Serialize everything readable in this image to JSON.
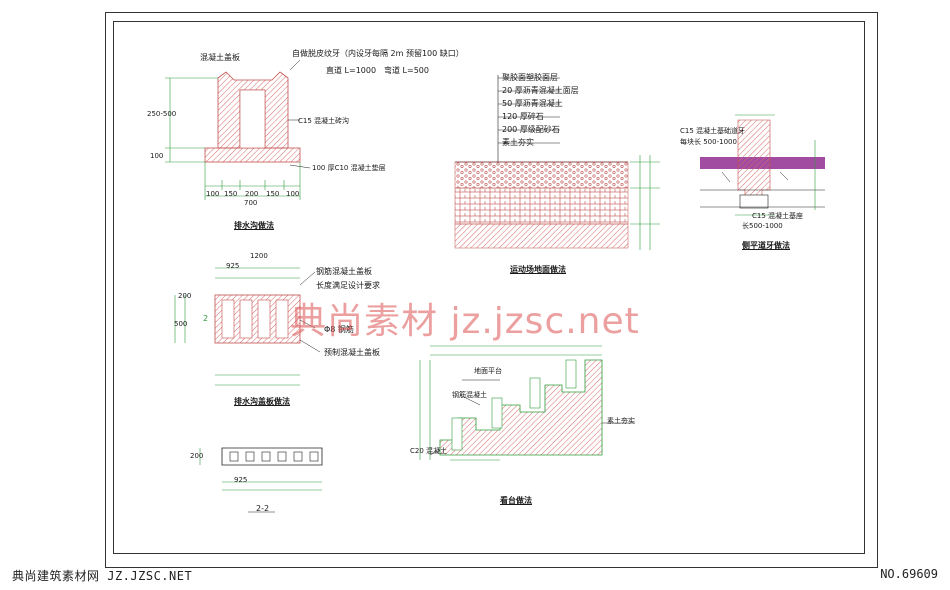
{
  "drawing": {
    "trench_section": {
      "title": "排水沟做法",
      "labels": {
        "cover_plate": "混凝土盖板",
        "curb_stone": "自做脱皮纹牙（内设牙每隔 2m 预留100 缺口）",
        "straight_len": "直道 L=1000",
        "curve_len": "弯道 L=500",
        "channel_wall": "C15 混凝土砖沟",
        "base_layer": "100 厚C10 混凝土垫层"
      },
      "dims": [
        "100",
        "150",
        "200",
        "150",
        "100",
        "700"
      ],
      "height_dims": [
        "250-500",
        "100"
      ]
    },
    "pavement": {
      "title": "运动场地面做法",
      "layers": [
        "聚胶面塑胶面层",
        "20 厚沥青混凝土面层",
        "50 厚沥青混凝土",
        "120 厚碎石",
        "200 厚级配砂石",
        "素土夯实"
      ]
    },
    "curb": {
      "title": "侧平道牙做法",
      "labels": [
        "C15 混凝土基础道牙",
        "每块长 500-1000",
        "C15 混凝土基座",
        "长500-1000"
      ]
    },
    "grate_plan": {
      "title": "排水沟盖板做法",
      "labels": [
        "钢筋混凝土盖板",
        "长度满足设计要求",
        "Φ8 钢筋",
        "预制混凝土盖板"
      ],
      "dims": [
        "1200",
        "925",
        "200",
        "500"
      ],
      "section_mark": "2"
    },
    "section_22": {
      "title": "2-2",
      "dims": [
        "925",
        "200"
      ]
    },
    "steps": {
      "title": "看台做法",
      "labels": [
        "地面平台",
        "钢筋混凝土",
        "C20 混凝土",
        "素土夯实"
      ]
    }
  },
  "watermark": "典尚素材  jz.jzsc.net",
  "footer": {
    "left": "典尚建筑素材网 JZ.JZSC.NET",
    "right": "NO.69609"
  },
  "colors": {
    "hatch": "#d86b6b",
    "section_green": "#2e9c3a",
    "line": "#222222",
    "highlight": "#8a1e8a"
  }
}
